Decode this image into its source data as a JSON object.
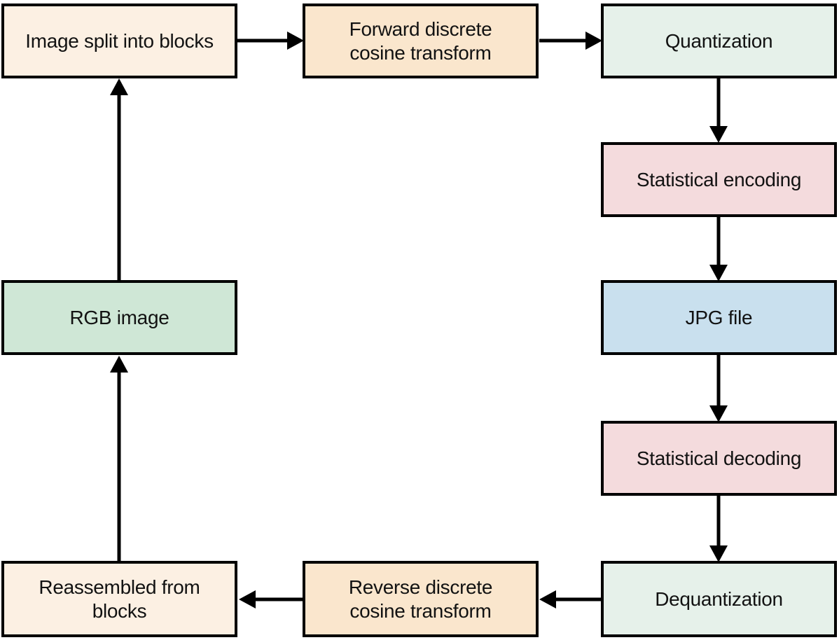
{
  "diagram": {
    "type": "flowchart",
    "colors": {
      "background": "#ffffff",
      "border": "#000000",
      "arrow": "#000000",
      "text": "#121212",
      "cream": "#fcf0e3",
      "peach": "#fae6cd",
      "mint": "#e6f1ea",
      "pink": "#f4dbdd",
      "blue": "#c9e0ee",
      "green": "#cfe7d6"
    },
    "nodes": [
      {
        "id": "image-split",
        "label": "Image split into blocks",
        "color": "#fcf0e3"
      },
      {
        "id": "forward-dct",
        "label": "Forward discrete\ncosine transform",
        "color": "#fae6cd"
      },
      {
        "id": "quantization",
        "label": "Quantization",
        "color": "#e6f1ea"
      },
      {
        "id": "statistical-encoding",
        "label": "Statistical encoding",
        "color": "#f4dbdd"
      },
      {
        "id": "jpg-file",
        "label": "JPG file",
        "color": "#c9e0ee"
      },
      {
        "id": "statistical-decoding",
        "label": "Statistical decoding",
        "color": "#f4dbdd"
      },
      {
        "id": "dequantization",
        "label": "Dequantization",
        "color": "#e6f1ea"
      },
      {
        "id": "reverse-dct",
        "label": "Reverse discrete\ncosine transform",
        "color": "#fae6cd"
      },
      {
        "id": "reassembled",
        "label": "Reassembled from\nblocks",
        "color": "#fcf0e3"
      },
      {
        "id": "rgb-image",
        "label": "RGB image",
        "color": "#cfe7d6"
      }
    ],
    "edges": [
      {
        "from": "image-split",
        "to": "forward-dct"
      },
      {
        "from": "forward-dct",
        "to": "quantization"
      },
      {
        "from": "quantization",
        "to": "statistical-encoding"
      },
      {
        "from": "statistical-encoding",
        "to": "jpg-file"
      },
      {
        "from": "jpg-file",
        "to": "statistical-decoding"
      },
      {
        "from": "statistical-decoding",
        "to": "dequantization"
      },
      {
        "from": "dequantization",
        "to": "reverse-dct"
      },
      {
        "from": "reverse-dct",
        "to": "reassembled"
      },
      {
        "from": "reassembled",
        "to": "rgb-image"
      },
      {
        "from": "rgb-image",
        "to": "image-split"
      }
    ]
  }
}
